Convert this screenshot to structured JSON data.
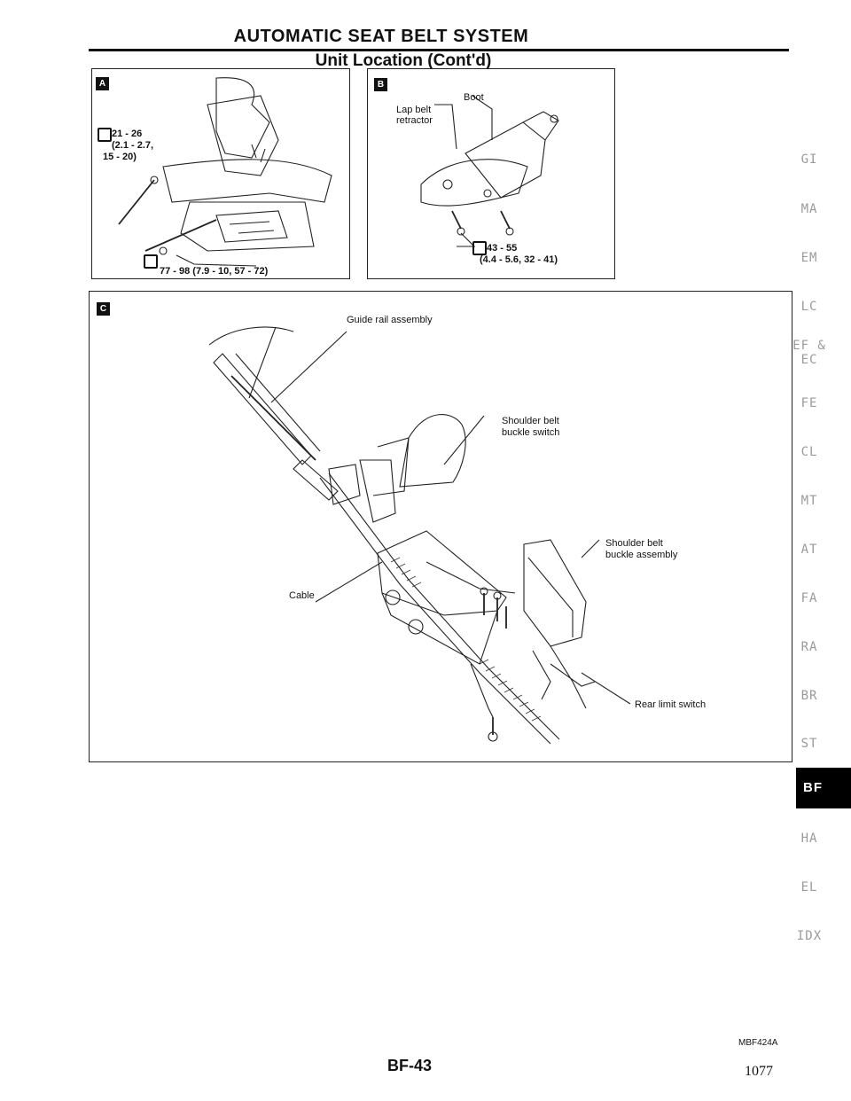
{
  "header": {
    "title": "AUTOMATIC SEAT BELT SYSTEM",
    "subtitle": "Unit Location (Cont'd)"
  },
  "panels": {
    "a": {
      "badge": "A",
      "torque_upper_1": "21 - 26",
      "torque_upper_2": "(2.1 - 2.7,",
      "torque_upper_3": "15 - 20)",
      "torque_lower": "77 - 98 (7.9 - 10, 57 - 72)"
    },
    "b": {
      "badge": "B",
      "label_boot": "Boot",
      "label_lap_1": "Lap belt",
      "label_lap_2": "retractor",
      "torque_1": "43 - 55",
      "torque_2": "(4.4 - 5.6, 32 - 41)"
    },
    "c": {
      "badge": "C",
      "label_guide_rail": "Guide rail assembly",
      "label_shoulder_switch_1": "Shoulder belt",
      "label_shoulder_switch_2": "buckle switch",
      "label_shoulder_assy_1": "Shoulder belt",
      "label_shoulder_assy_2": "buckle assembly",
      "label_cable": "Cable",
      "label_rear_limit": "Rear limit switch"
    }
  },
  "side_tabs": [
    "GI",
    "MA",
    "EM",
    "LC",
    "EF &",
    "EC",
    "FE",
    "CL",
    "MT",
    "AT",
    "FA",
    "RA",
    "BR",
    "ST",
    "BF",
    "HA",
    "EL",
    "IDX"
  ],
  "active_tab": "BF",
  "figure_code": "MBF424A",
  "page_code": "BF-43",
  "page_number": "1077"
}
